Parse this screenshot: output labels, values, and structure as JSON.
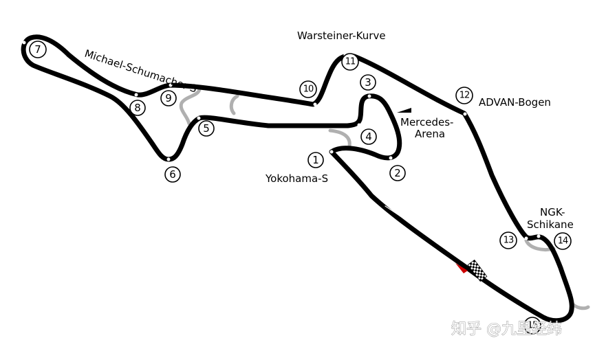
{
  "map": {
    "title": "Nürburgring GP-Strecke",
    "turns": [
      {
        "number": "1",
        "name": "Yokohama-S"
      },
      {
        "number": "2",
        "name": "Mercedes-Arena"
      },
      {
        "number": "3",
        "name": "Mercedes-Arena"
      },
      {
        "number": "4",
        "name": "Mercedes-Arena"
      },
      {
        "number": "5",
        "name": ""
      },
      {
        "number": "6",
        "name": ""
      },
      {
        "number": "7",
        "name": ""
      },
      {
        "number": "8",
        "name": "Michael-Schumacher-S"
      },
      {
        "number": "9",
        "name": "Michael-Schumacher-S"
      },
      {
        "number": "10",
        "name": ""
      },
      {
        "number": "11",
        "name": "Warsteiner-Kurve"
      },
      {
        "number": "12",
        "name": "ADVAN-Bogen"
      },
      {
        "number": "13",
        "name": "NGK-Schikane"
      },
      {
        "number": "14",
        "name": "NGK-Schikane"
      },
      {
        "number": "15",
        "name": ""
      }
    ],
    "corner_labels": {
      "michael_schumacher_s": "Michael-Schumacher-S",
      "warsteiner_kurve": "Warsteiner-Kurve",
      "advan_bogen": "ADVAN-Bogen",
      "mercedes_arena_line1": "Mercedes-",
      "mercedes_arena_line2": "Arena",
      "yokohama_s": "Yokohama-S",
      "ngk_line1": "NGK-",
      "ngk_line2": "Schikane"
    },
    "colors": {
      "track": "#000000",
      "alternative_track": "#b0b0b0",
      "direction_arrow": "#cc0000",
      "background": "#ffffff"
    },
    "start_finish": "checkered-flag",
    "direction_indicator": "red-arrow"
  },
  "watermark": {
    "text": "知乎 @九里经纬"
  }
}
